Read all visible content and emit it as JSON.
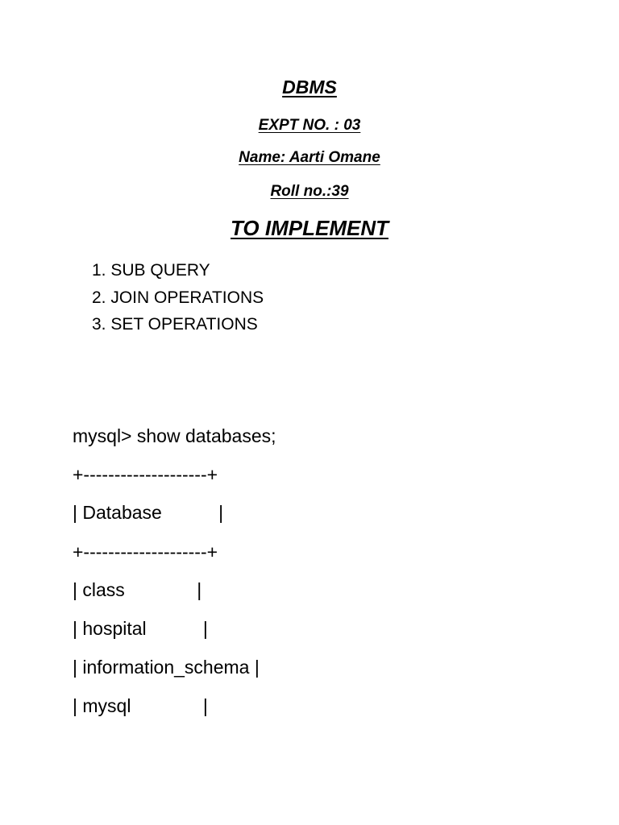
{
  "header": {
    "title": "DBMS",
    "expt": "EXPT NO. : 03",
    "name": "Name: Aarti Omane",
    "roll": "Roll no.:39",
    "implement": "TO IMPLEMENT"
  },
  "tasks": [
    "1. SUB QUERY",
    "2. JOIN OPERATIONS",
    "3. SET OPERATIONS"
  ],
  "console": [
    "mysql> show databases;",
    "+--------------------+",
    "| Database           |",
    "+--------------------+",
    "| class              |",
    "| hospital           |",
    "| information_schema |",
    "| mysql              |"
  ]
}
